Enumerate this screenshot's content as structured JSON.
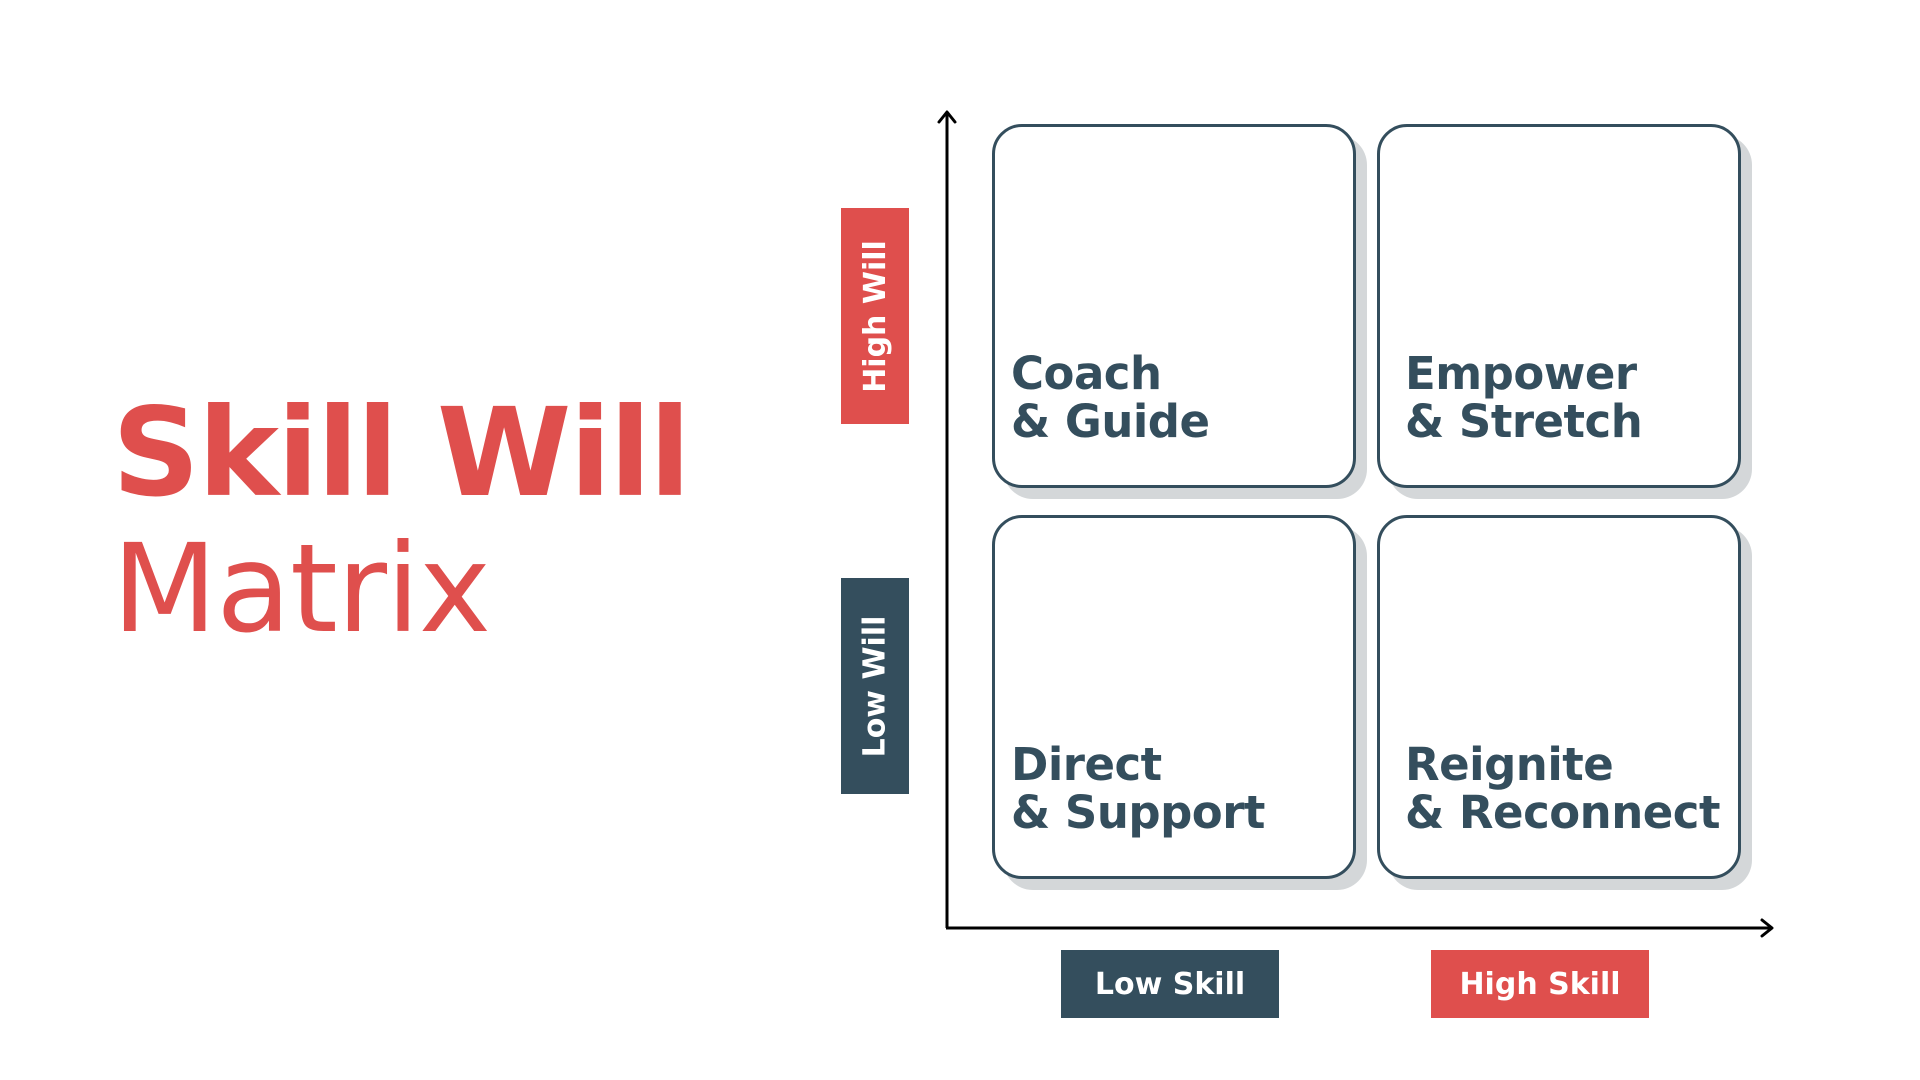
{
  "title": {
    "line1": "Skill Will",
    "line2": "Matrix"
  },
  "y_axis": {
    "high_label": "High Will",
    "low_label": "Low Will"
  },
  "x_axis": {
    "low_label": "Low Skill",
    "high_label": "High Skill"
  },
  "quadrants": {
    "top_left": {
      "line1": "Coach",
      "line2": "& Guide"
    },
    "top_right": {
      "line1": "Empower",
      "line2": "& Stretch"
    },
    "bottom_left": {
      "line1": "Direct",
      "line2": "& Support"
    },
    "bottom_right": {
      "line1": "Reignite",
      "line2": "& Reconnect"
    }
  },
  "colors": {
    "accent_red": "#df4f4d",
    "dark_slate": "#344e5d",
    "shadow_gray": "#d4d7d9",
    "background": "#ffffff"
  }
}
